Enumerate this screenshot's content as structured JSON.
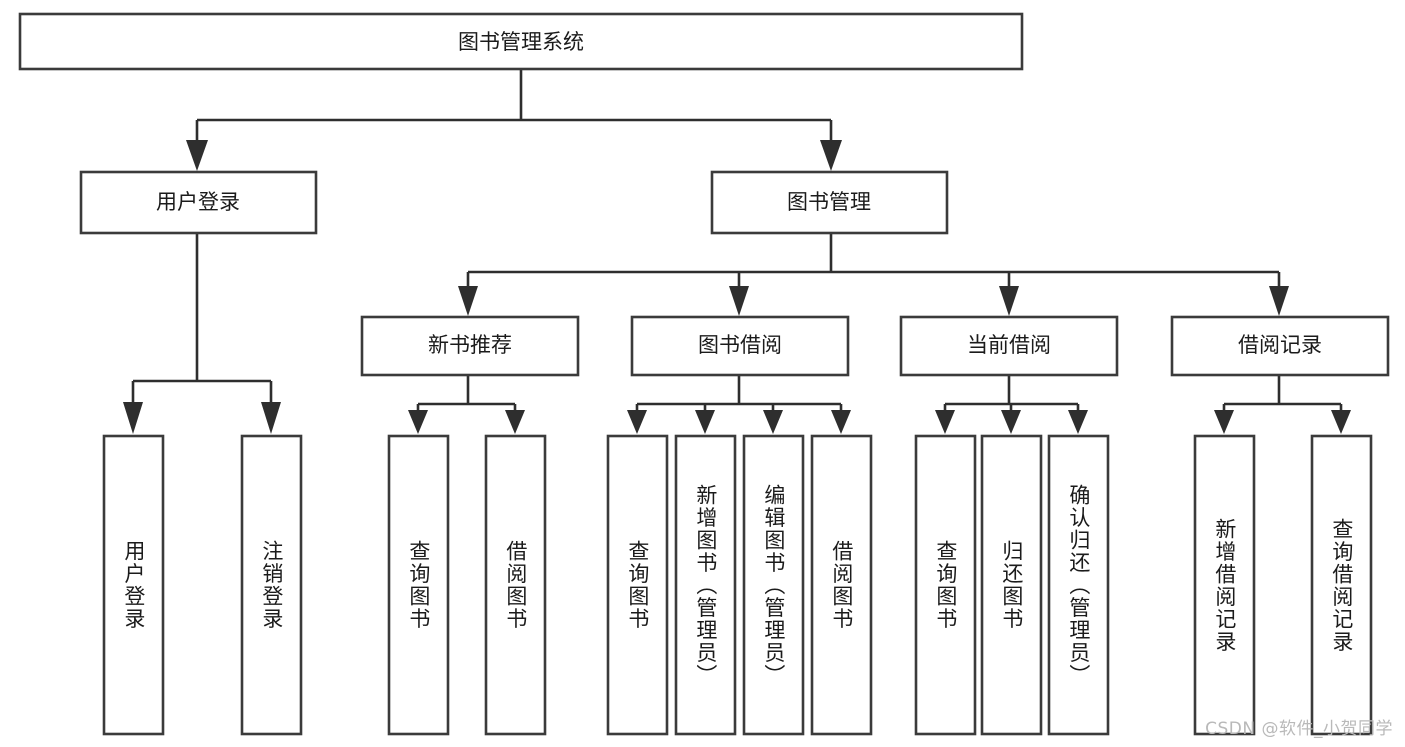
{
  "diagram": {
    "title": "图书管理系统",
    "type": "tree",
    "orientation": "top-down",
    "colors": {
      "box_fill": "#ffffff",
      "box_stroke": "#3b3b3b",
      "connector": "#2e2e2e",
      "text": "#1b1b1b",
      "watermark": "#b9b9b9",
      "background": "#ffffff"
    },
    "root": {
      "label": "图书管理系统"
    },
    "level2": [
      {
        "label": "用户登录"
      },
      {
        "label": "图书管理"
      }
    ],
    "level3": [
      {
        "label": "新书推荐"
      },
      {
        "label": "图书借阅"
      },
      {
        "label": "当前借阅"
      },
      {
        "label": "借阅记录"
      }
    ],
    "leaves": {
      "user_login": [
        {
          "label": "用户登录"
        },
        {
          "label": "注销登录"
        }
      ],
      "new_book": [
        {
          "label": "查询图书"
        },
        {
          "label": "借阅图书"
        }
      ],
      "book_borrow": [
        {
          "label": "查询图书"
        },
        {
          "label": "新增图书（管理员）"
        },
        {
          "label": "编辑图书（管理员）"
        },
        {
          "label": "借阅图书"
        }
      ],
      "current_borrow": [
        {
          "label": "查询图书"
        },
        {
          "label": "归还图书"
        },
        {
          "label": "确认归还（管理员）"
        }
      ],
      "borrow_record": [
        {
          "label": "新增借阅记录"
        },
        {
          "label": "查询借阅记录"
        }
      ]
    },
    "watermark": "CSDN @软件_小贺同学"
  }
}
